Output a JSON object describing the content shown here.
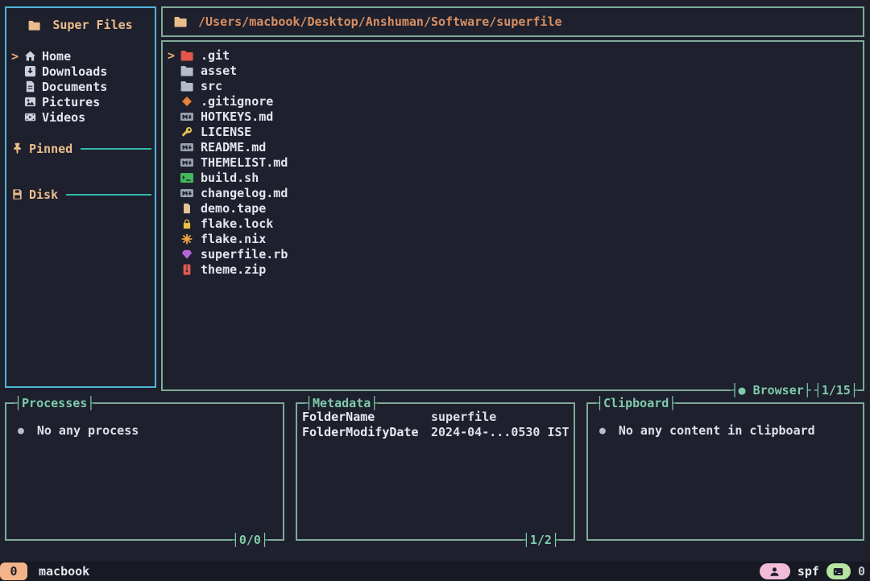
{
  "colors": {
    "background": "#1e202d",
    "sidebar_border": "#4fb5d6",
    "panel_border": "#7fab99",
    "accent_teal": "#7ecbaa",
    "accent_tan": "#eabd8c",
    "path_orange": "#d98f62",
    "cursor_orange": "#efac73",
    "separator_teal": "#2fbbab",
    "text": "#e3e6ec",
    "status_badge_peach": "#f2b488",
    "status_badge_pink": "#f2bcd7",
    "status_badge_green": "#b7e4a0"
  },
  "sidebar": {
    "title": "Super Files",
    "title_icon": "folder-icon",
    "cursor": ">",
    "items": [
      {
        "label": "Home",
        "icon": "home-icon"
      },
      {
        "label": "Downloads",
        "icon": "download-icon"
      },
      {
        "label": "Documents",
        "icon": "document-icon"
      },
      {
        "label": "Pictures",
        "icon": "picture-icon"
      },
      {
        "label": "Videos",
        "icon": "video-icon"
      }
    ],
    "sections": [
      {
        "label": "Pinned",
        "icon": "pin-icon"
      },
      {
        "label": "Disk",
        "icon": "disk-icon"
      }
    ]
  },
  "file_panel": {
    "path": "/Users/macbook/Desktop/Anshuman/Software/superfile",
    "cursor": ">",
    "files": [
      {
        "name": ".git",
        "icon": "folder-icon",
        "color": "#e2574c"
      },
      {
        "name": "asset",
        "icon": "folder-icon",
        "color": "#b4bcc8"
      },
      {
        "name": "src",
        "icon": "folder-icon",
        "color": "#b4bcc8"
      },
      {
        "name": ".gitignore",
        "icon": "git-diamond-icon",
        "color": "#e8823c"
      },
      {
        "name": "HOTKEYS.md",
        "icon": "markdown-icon",
        "color": "#98a1af"
      },
      {
        "name": "LICENSE",
        "icon": "key-icon",
        "color": "#e3c453"
      },
      {
        "name": "README.md",
        "icon": "markdown-icon",
        "color": "#98a1af"
      },
      {
        "name": "THEMELIST.md",
        "icon": "markdown-icon",
        "color": "#98a1af"
      },
      {
        "name": "build.sh",
        "icon": "terminal-icon",
        "color": "#43b75c"
      },
      {
        "name": "changelog.md",
        "icon": "markdown-icon",
        "color": "#98a1af"
      },
      {
        "name": "demo.tape",
        "icon": "file-icon",
        "color": "#e4c698"
      },
      {
        "name": "flake.lock",
        "icon": "lock-icon",
        "color": "#e8c243"
      },
      {
        "name": "flake.nix",
        "icon": "snowflake-icon",
        "color": "#eda73d"
      },
      {
        "name": "superfile.rb",
        "icon": "gem-icon",
        "color": "#b567d8"
      },
      {
        "name": "theme.zip",
        "icon": "zip-icon",
        "color": "#e05a50"
      }
    ],
    "footer": {
      "mode_dot": "●",
      "mode_label": "Browser",
      "position": "1/15"
    }
  },
  "processes": {
    "title": "Processes",
    "bullet": "●",
    "empty_message": "No any process",
    "counter": "0/0"
  },
  "metadata": {
    "title": "Metadata",
    "rows": [
      {
        "key": "FolderName",
        "value": "superfile"
      },
      {
        "key": "FolderModifyDate",
        "value": "2024-04-...0530 IST"
      }
    ],
    "counter": "1/2"
  },
  "clipboard": {
    "title": "Clipboard",
    "bullet": "●",
    "empty_message": "No any content in clipboard"
  },
  "status_bar": {
    "session_count": "0",
    "hostname": "macbook",
    "app_name": "spf",
    "tab_count": "0"
  }
}
